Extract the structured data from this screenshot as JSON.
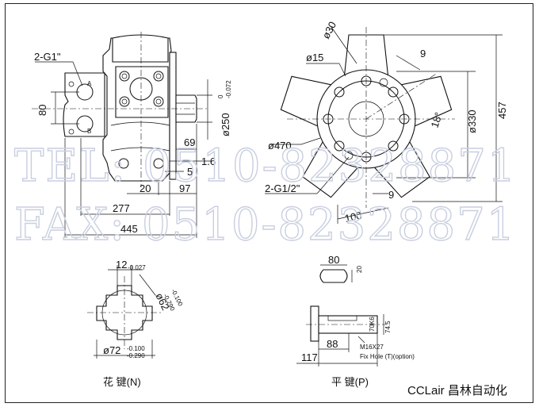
{
  "watermark": {
    "tel": "TEL: 0510-82328871",
    "fax": "FAX: 0510-82328871"
  },
  "side_view": {
    "port_label": "2-G1\"",
    "port_a": "A",
    "port_b": "B",
    "dim_80": "80",
    "dim_250_main": "ø250",
    "dim_250_tol_upper": "0",
    "dim_250_tol_lower": "-0.072",
    "dim_69": "69",
    "dim_16": "1.6",
    "dim_5": "5",
    "dim_20": "20",
    "dim_97": "97",
    "dim_277": "277",
    "dim_445": "445"
  },
  "front_view": {
    "dim_30": "ø30",
    "dim_15": "ø15",
    "dim_9_top": "9",
    "dim_330": "ø330",
    "dim_457": "457",
    "dim_18": "18°",
    "dim_470": "ø470",
    "port_label": "2-G1/2\"",
    "dim_9_bottom": "9",
    "dim_100": "100"
  },
  "spline_view": {
    "dim_12": "12",
    "dim_12_tol": "-0.027",
    "dim_62": "ø62",
    "dim_62_tol_upper": "-0.100",
    "dim_62_tol_lower": "-0.290",
    "dim_72": "ø72",
    "dim_72_tol_upper": "-0.100",
    "dim_72_tol_lower": "-0.290",
    "caption": "花 键(N)"
  },
  "key_view": {
    "dim_80": "80",
    "dim_20": "20",
    "dim_70k6": "70K6",
    "dim_745": "74.5",
    "thread": "M16X27",
    "fix_hole": "Fix Hole (T)(option)",
    "dim_88": "88",
    "dim_117": "117",
    "caption": "平 键(P)"
  },
  "brand": "CCLair 昌林自动化"
}
